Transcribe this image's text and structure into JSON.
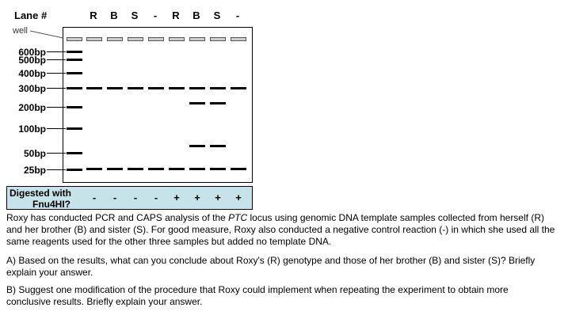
{
  "header": {
    "lane_label": "Lane #",
    "lanes": [
      "R",
      "B",
      "S",
      "-",
      "R",
      "B",
      "S",
      "-"
    ]
  },
  "gel": {
    "well_label": "well",
    "ladder_labels": [
      "600bp",
      "500bp",
      "400bp",
      "300bp",
      "200bp",
      "100bp",
      "50bp",
      "25bp"
    ]
  },
  "digest": {
    "label_line1": "Digested with",
    "label_line2": "Fnu4HI?",
    "signs": [
      "-",
      "-",
      "-",
      "-",
      "+",
      "+",
      "+",
      "+"
    ]
  },
  "text": {
    "intro_a": "Roxy has conducted PCR and CAPS analysis of the ",
    "intro_em": "PTC",
    "intro_b": " locus using genomic DNA template samples collected from herself (R)",
    "intro_line2": "and her brother (B) and sister (S). For good measure, Roxy also conducted a negative control reaction (-) in which she used all the",
    "intro_line3": "same reagents used for the other three samples but added no template DNA.",
    "qa_line1": "A) Based on the results, what can you conclude about Roxy's (R) genotype and those of her brother (B) and sister (S)? Briefly",
    "qa_line2": "explain your answer.",
    "qb_line1": "B) Suggest one modification of the procedure that Roxy could implement when repeating the experiment to obtain more",
    "qb_line2": "conclusive results. Briefly explain your answer."
  }
}
